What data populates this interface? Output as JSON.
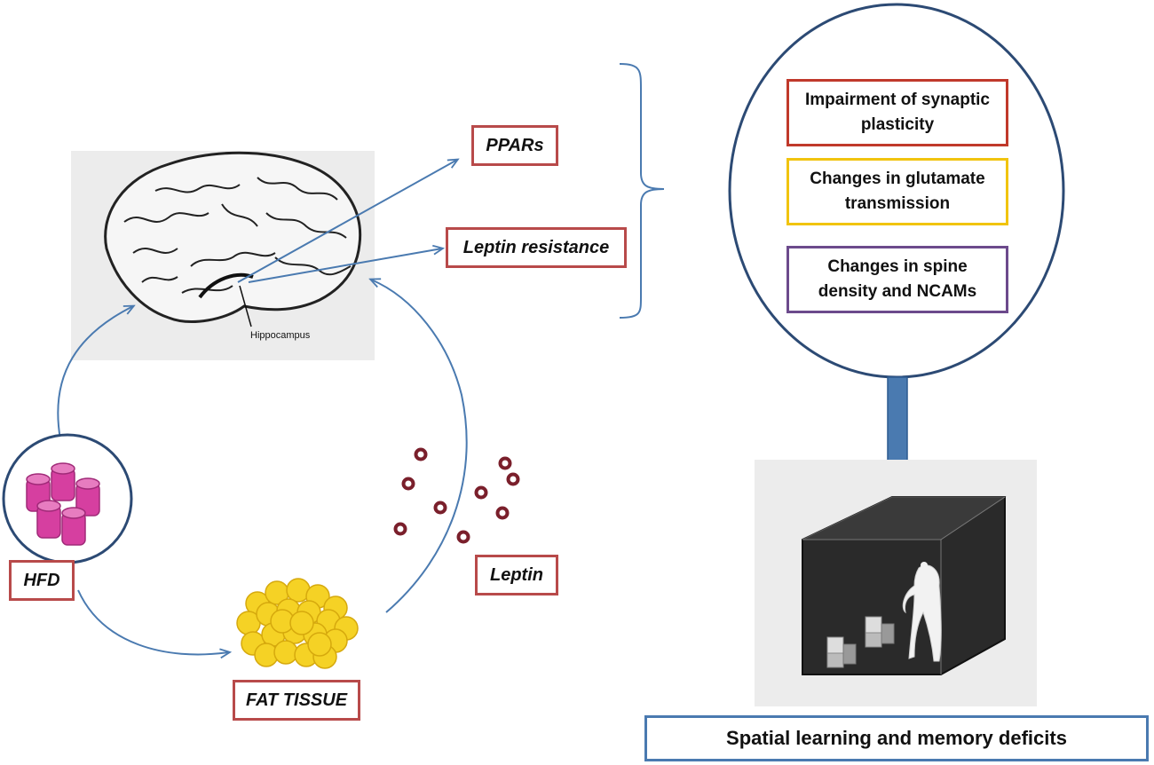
{
  "labels": {
    "ppars": "PPARs",
    "leptin_resistance": "Leptin resistance",
    "hfd": "HFD",
    "fat_tissue": "FAT TISSUE",
    "leptin": "Leptin",
    "hippocampus": "Hippocampus"
  },
  "effects": [
    {
      "text": "Impairment of synaptic plasticity",
      "color": "#c0392b"
    },
    {
      "text": "Changes in glutamate transmission",
      "color": "#f1c40f"
    },
    {
      "text": "Changes in spine density and NCAMs",
      "color": "#6c4a8c"
    }
  ],
  "outcome": "Spatial learning and memory deficits",
  "colors": {
    "arrow": "#4a7ab0",
    "label_border": "#b84a4a",
    "circle_border": "#2c4a74",
    "hfd_pink": "#d63fa0",
    "fat_yellow": "#f5d225",
    "leptin_dot": "#7a1f2b"
  }
}
